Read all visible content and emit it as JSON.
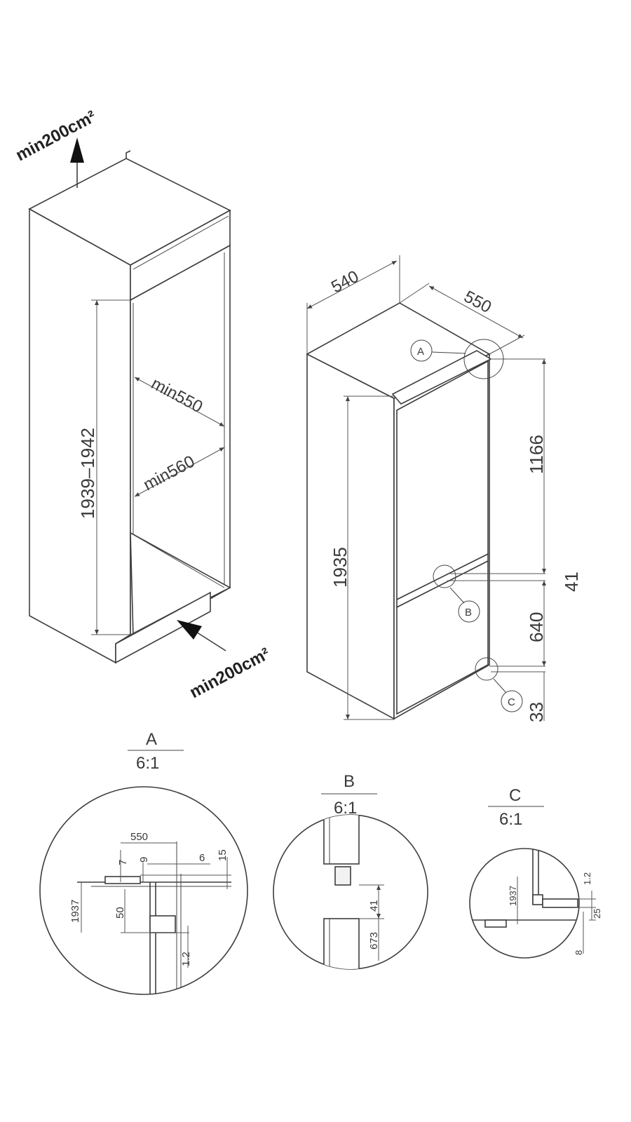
{
  "niche": {
    "vent_top": "min200cm²",
    "vent_bottom": "min200cm²",
    "height_range": "1939–1942",
    "depth_min": "min550",
    "width_min": "min560"
  },
  "appliance": {
    "width": "540",
    "depth": "550",
    "total_height": "1935",
    "upper_height": "1166",
    "gap": "41",
    "lower_height": "640",
    "bottom_gap": "33",
    "callout_a": "A",
    "callout_b": "B",
    "callout_c": "C"
  },
  "details": {
    "a": {
      "title": "A",
      "scale": "6:1",
      "dims": [
        "550",
        "7",
        "9",
        "6",
        "15",
        "1937",
        "50",
        "1.2"
      ]
    },
    "b": {
      "title": "B",
      "scale": "6:1",
      "dims": [
        "41",
        "673"
      ]
    },
    "c": {
      "title": "C",
      "scale": "6:1",
      "dims": [
        "1937",
        "1.2",
        "25",
        "8"
      ]
    }
  }
}
